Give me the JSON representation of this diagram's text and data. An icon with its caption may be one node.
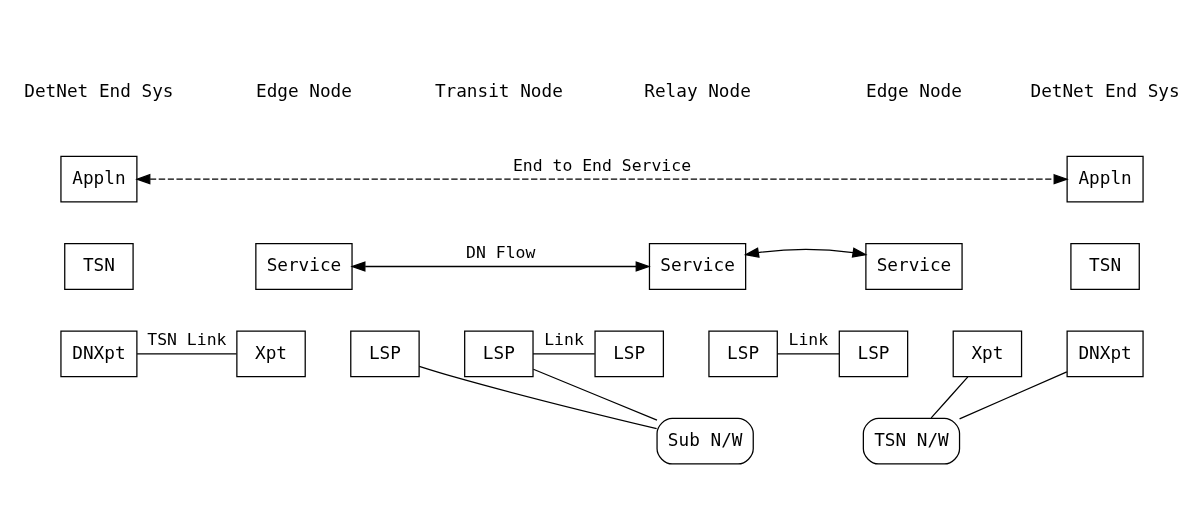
{
  "diagram": {
    "nodes": [
      {
        "text": [
          "Appln"
        ]
      },
      {
        "text": [
          "Appln"
        ]
      },
      {
        "text": [
          "TSN"
        ]
      },
      {
        "text": [
          "Service"
        ]
      },
      {
        "text": [
          "Service"
        ]
      },
      {
        "text": [
          "Service"
        ]
      },
      {
        "text": [
          "TSN"
        ]
      },
      {
        "text": [
          "DNXpt"
        ]
      },
      {
        "text": [
          "Xpt"
        ]
      },
      {
        "text": [
          "LSP"
        ]
      },
      {
        "text": [
          "LSP"
        ]
      },
      {
        "text": [
          "LSP"
        ]
      },
      {
        "text": [
          "LSP"
        ]
      },
      {
        "text": [
          "LSP"
        ]
      },
      {
        "text": [
          "Xpt"
        ]
      },
      {
        "text": [
          "DNXpt"
        ]
      },
      {
        "text": [
          "Sub N/W"
        ]
      },
      {
        "text": [
          "TSN N/W"
        ]
      }
    ],
    "edges": [
      {
        "from": 0,
        "to": 1,
        "arrow": "both",
        "style": "dashed",
        "label": "End to End Service"
      },
      {
        "from": 3,
        "to": 4,
        "arrow": "both",
        "label": "DN Flow"
      },
      {
        "from": 4,
        "to": 5,
        "arrow": "both"
      },
      {
        "from": 7,
        "to": 8,
        "arrow": "none",
        "label": "TSN Link"
      },
      {
        "from": 9,
        "to": 16,
        "arrow": "none"
      },
      {
        "from": 10,
        "to": 16,
        "arrow": "none"
      },
      {
        "from": 10,
        "to": 11,
        "arrow": "none",
        "label": "Link"
      },
      {
        "from": 12,
        "to": 13,
        "arrow": "none",
        "label": "Link"
      },
      {
        "from": 14,
        "to": 17,
        "arrow": "none"
      },
      {
        "from": 15,
        "to": 17,
        "arrow": "none"
      }
    ],
    "labels": [
      "DetNet End Sys",
      "Edge Node",
      "Transit Node",
      "Relay Node",
      "Edge Node",
      "DetNet End Sys"
    ]
  }
}
